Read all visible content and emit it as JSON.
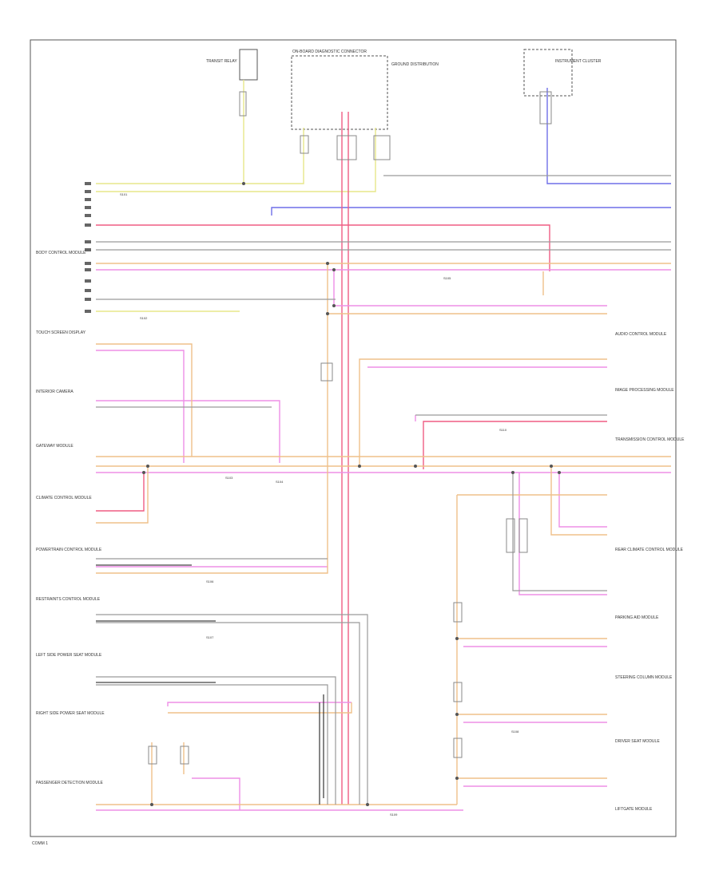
{
  "footer": {
    "code": "COMM 1"
  },
  "left_labels": [
    "BODY CONTROL MODULE",
    "TOUCH SCREEN DISPLAY",
    "INTERIOR CAMERA",
    "GATEWAY MODULE",
    "CLIMATE CONTROL MODULE",
    "POWERTRAIN CONTROL MODULE",
    "RESTRAINTS CONTROL MODULE",
    "LEFT SIDE POWER SEAT MODULE",
    "RIGHT SIDE POWER SEAT MODULE",
    "PASSENGER DETECTION MODULE"
  ],
  "right_labels": [
    "AUDIO CONTROL MODULE",
    "IMAGE PROCESSING MODULE",
    "TRANSMISSION CONTROL MODULE",
    "REAR CLIMATE CONTROL MODULE",
    "PARKING AID MODULE",
    "STEERING COLUMN MODULE",
    "DRIVER SEAT MODULE",
    "LIFTGATE MODULE"
  ],
  "top_labels": [
    "TRANSIT RELAY",
    "ON-BOARD DIAGNOSTIC CONNECTOR",
    "GROUND DISTRIBUTION",
    "INSTRUMENT CLUSTER"
  ],
  "splices": [
    "S101",
    "S102",
    "S103",
    "S104",
    "S105",
    "S106",
    "S107",
    "S108",
    "S109",
    "S110"
  ],
  "colors": {
    "yellow": "#e7e78a",
    "pink": "#ee8fe6",
    "orange": "#efc08a",
    "red": "#ef5d84",
    "blue": "#6f6fe8",
    "gray": "#9a9a9a",
    "dark": "#444444"
  }
}
